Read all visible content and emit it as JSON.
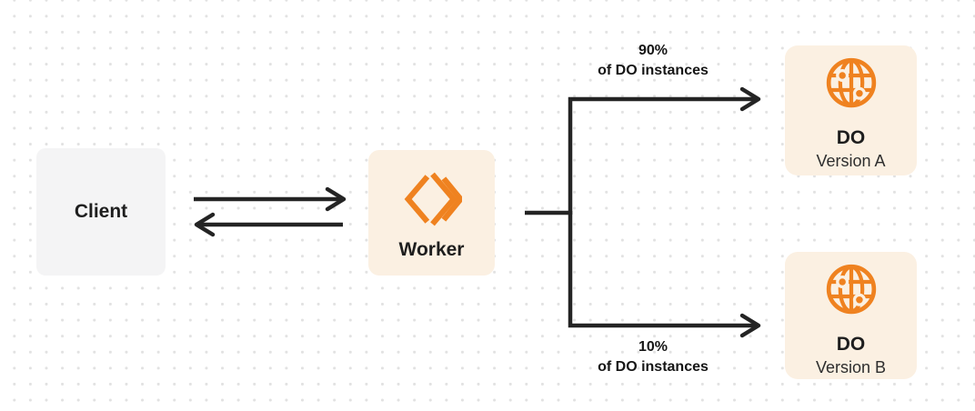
{
  "colors": {
    "orange": "#ef8220",
    "cream": "#fbf0e2",
    "gray": "#f4f4f5",
    "ink": "#242424",
    "dot": "#e2e2e2"
  },
  "nodes": {
    "client": {
      "label": "Client"
    },
    "worker": {
      "label": "Worker",
      "icon": "workers-chevron-icon"
    },
    "do_a": {
      "title": "DO",
      "subtitle": "Version A",
      "icon": "globe-icon"
    },
    "do_b": {
      "title": "DO",
      "subtitle": "Version B",
      "icon": "globe-icon"
    }
  },
  "edges": {
    "client_worker": {
      "type": "bidirectional-arrows"
    },
    "split_top": {
      "label_line1": "90%",
      "label_line2": "of DO instances"
    },
    "split_bottom": {
      "label_line1": "10%",
      "label_line2": "of DO instances"
    }
  }
}
